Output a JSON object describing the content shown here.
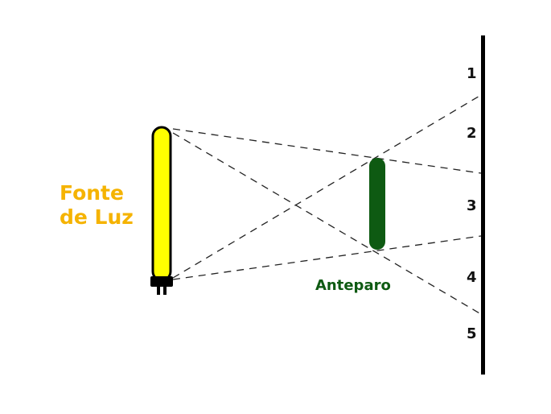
{
  "diagram": {
    "light_source": {
      "label_line1": "Fonte",
      "label_line2": "de Luz",
      "color": "#f5b300",
      "lamp_fill": "#ffff00"
    },
    "obstacle": {
      "label": "Anteparo",
      "color": "#0e5a12"
    },
    "screen": {
      "color": "#000000"
    },
    "regions": [
      {
        "label": "1"
      },
      {
        "label": "2"
      },
      {
        "label": "3"
      },
      {
        "label": "4"
      },
      {
        "label": "5"
      }
    ],
    "rays": "dashed lines from lamp ends past obstacle edges to screen"
  }
}
